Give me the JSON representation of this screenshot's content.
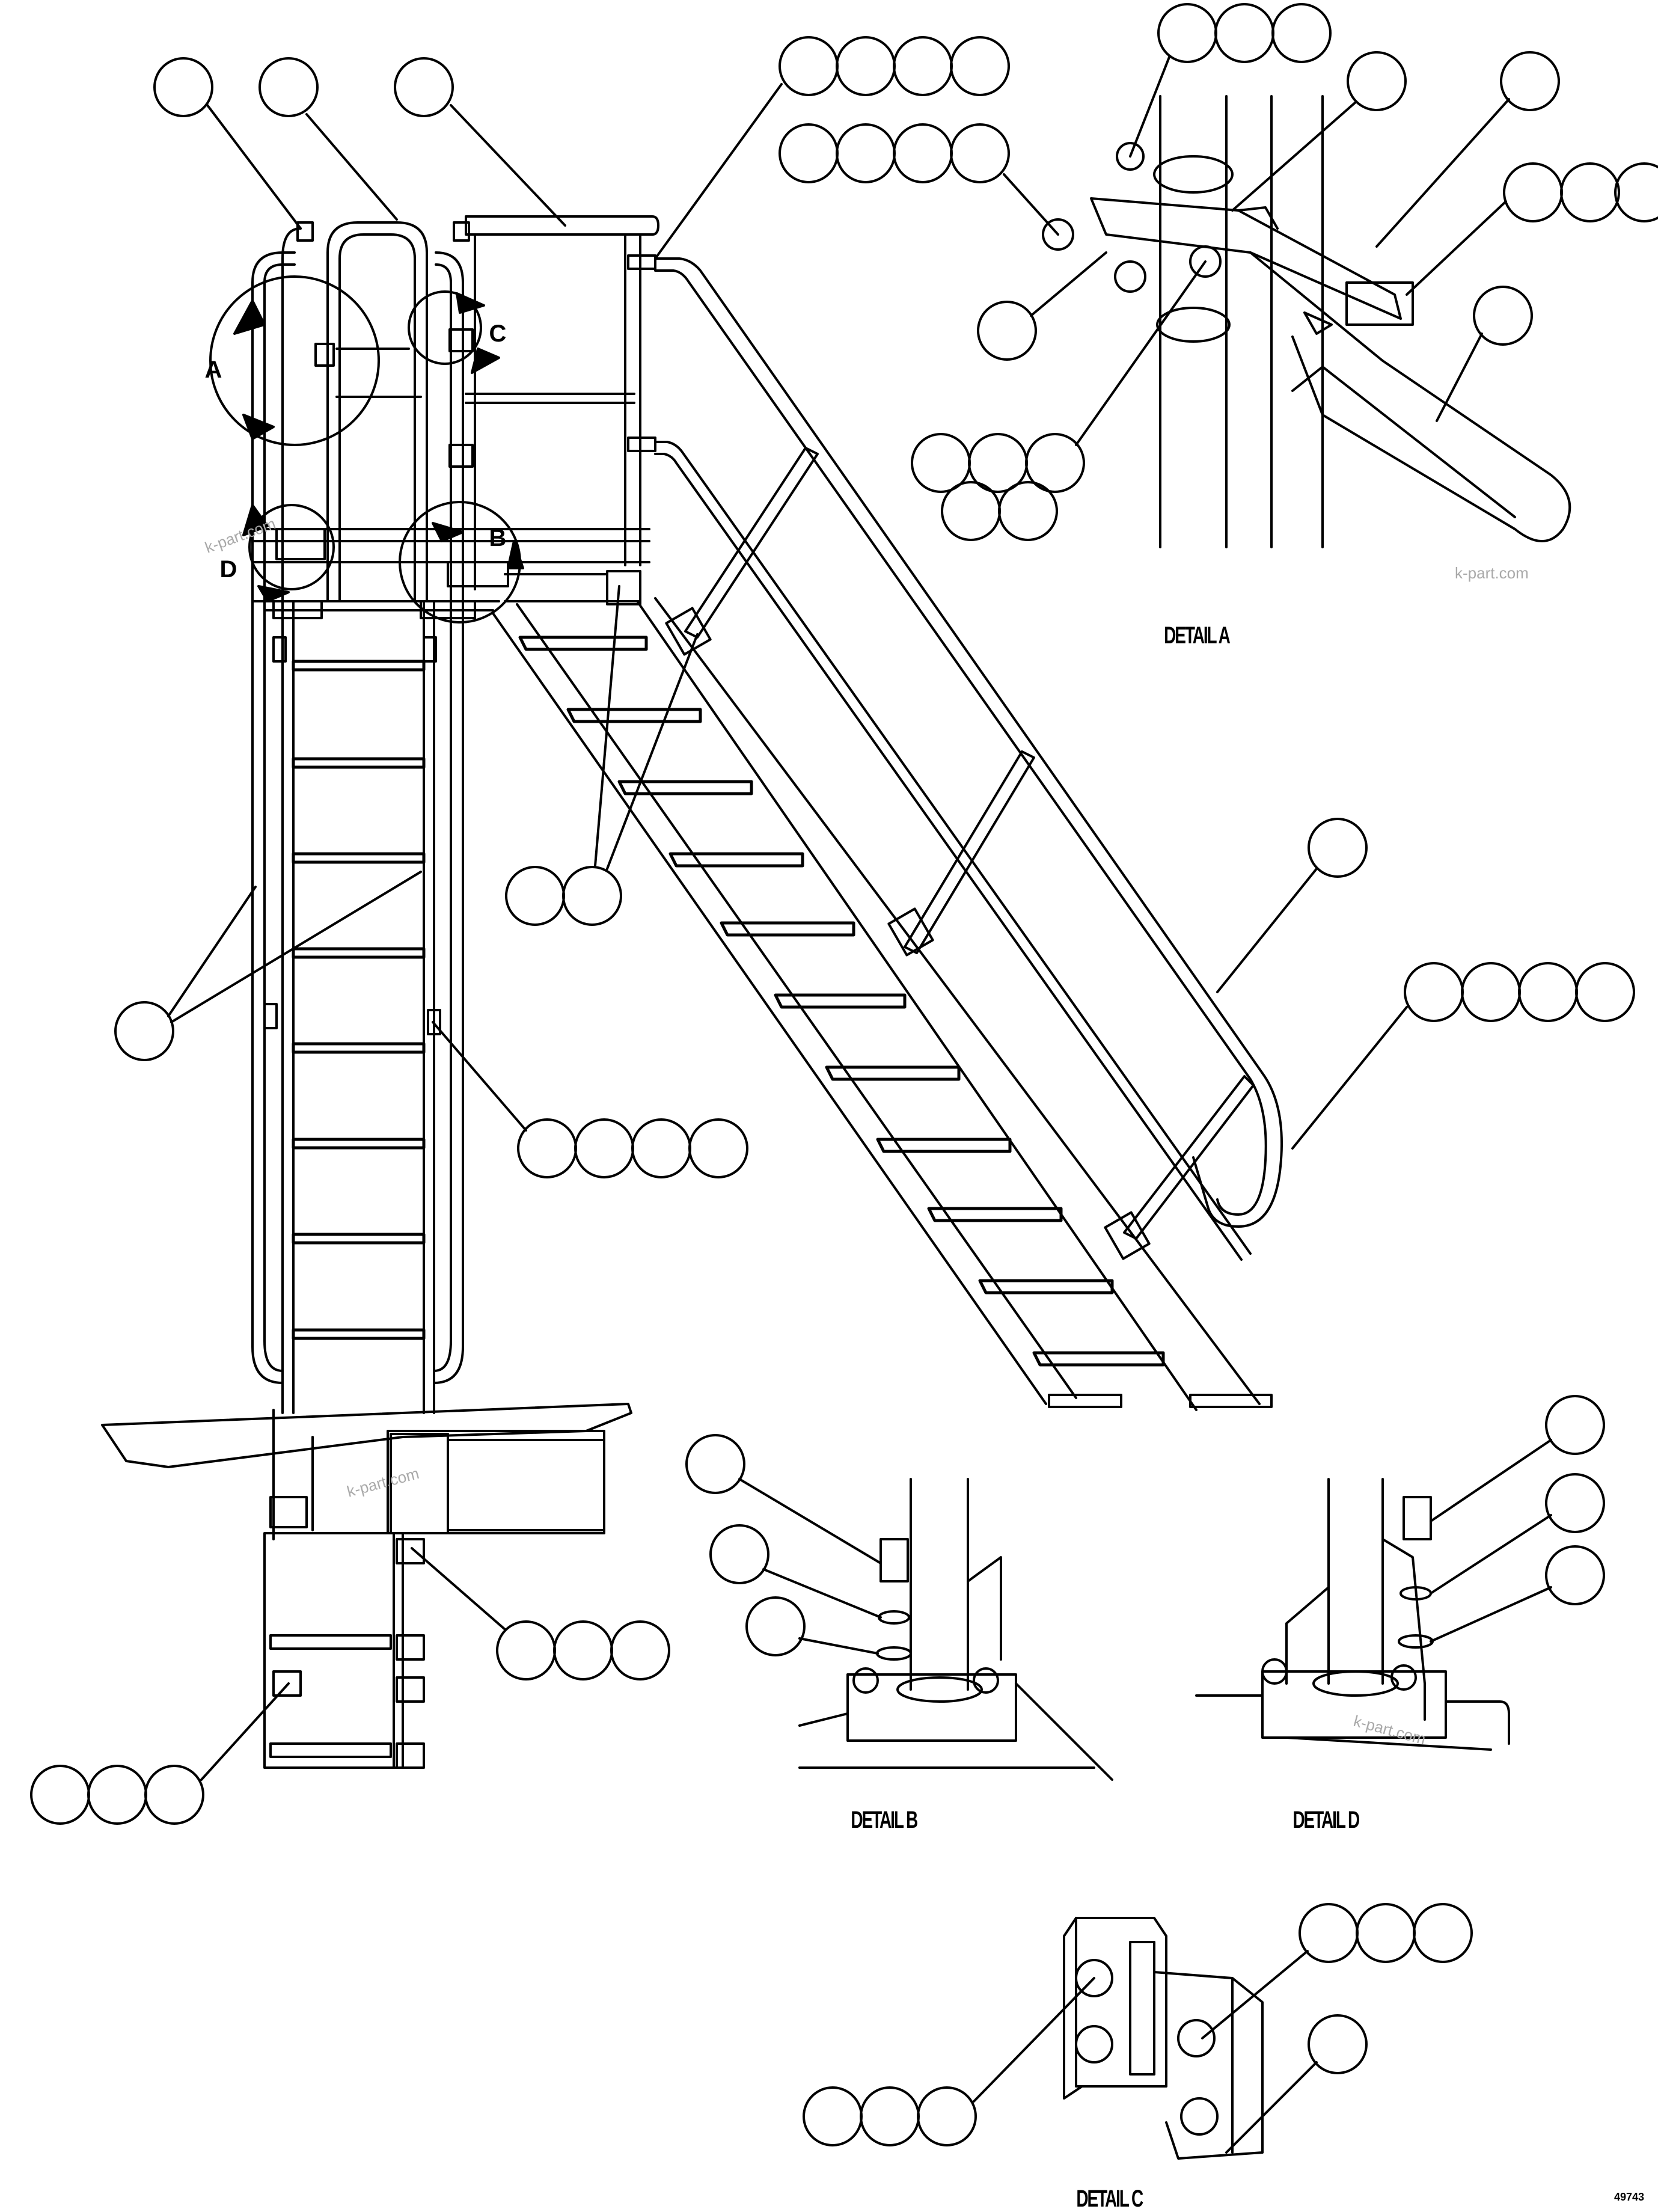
{
  "detail_labels": {
    "a": "DETAIL A",
    "b": "DETAIL B",
    "c": "DETAIL C",
    "d": "DETAIL D"
  },
  "view_markers": {
    "a": "A",
    "b": "B",
    "c": "C",
    "d": "D"
  },
  "watermark": "k-part.com",
  "corner_code": "49743"
}
